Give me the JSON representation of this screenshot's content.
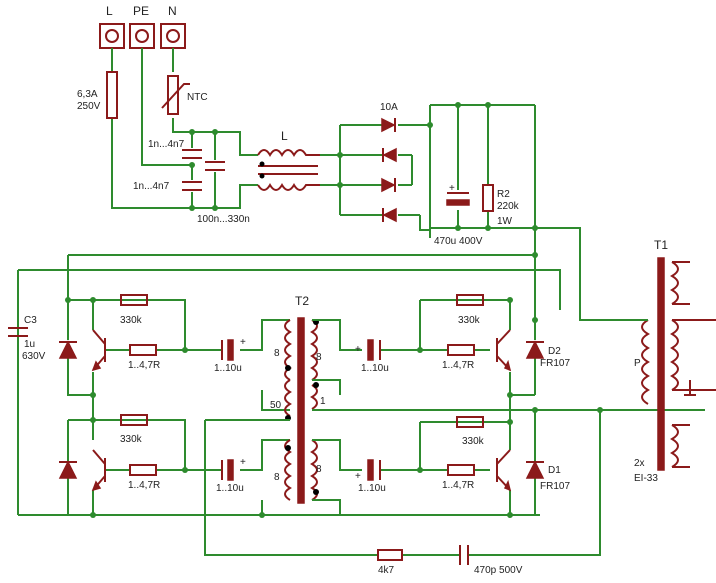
{
  "terminals": {
    "L": "L",
    "PE": "PE",
    "N": "N"
  },
  "labels": {
    "fuse_rating": "6,3A",
    "fuse_voltage": "250V",
    "ntc": "NTC",
    "cap_y1": "1n...4n7",
    "cap_y2": "1n...4n7",
    "cap_x": "100n...330n",
    "choke": "L",
    "bridge": "10A",
    "bulk_cap": "470u 400V",
    "r2_name": "R2",
    "r2_value": "220k",
    "r2_power": "1W",
    "c3_name": "C3",
    "c3_value": "1u",
    "c3_voltage": "630V",
    "t2": "T2",
    "t1": "T1",
    "r_top_left": "330k",
    "r_top_right": "330k",
    "r_bot_left": "330k",
    "r_bot_right": "330k",
    "rb_top_left": "1..4,7R",
    "rb_top_right": "1..4,7R",
    "rb_bot_left": "1..4,7R",
    "rb_bot_right": "1..4,7R",
    "cb_top_left": "1..10u",
    "cb_top_right": "1..10u",
    "cb_bot_left": "1..10u",
    "cb_bot_right": "1..10u",
    "t2_w1": "8",
    "t2_w2": "8",
    "t2_w3": "50",
    "t2_w4": "1",
    "t2_w5": "8",
    "t2_w6": "8",
    "d2_name": "D2",
    "d2_type": "FR107",
    "d1_name": "D1",
    "d1_type": "FR107",
    "primary": "P",
    "t1_qty": "2x",
    "t1_core": "EI-33",
    "snub_r": "4k7",
    "snub_c": "470p 500V",
    "plus_1": "+",
    "plus_2": "+",
    "plus_3": "+",
    "plus_4": "+",
    "plus_5": "+"
  }
}
